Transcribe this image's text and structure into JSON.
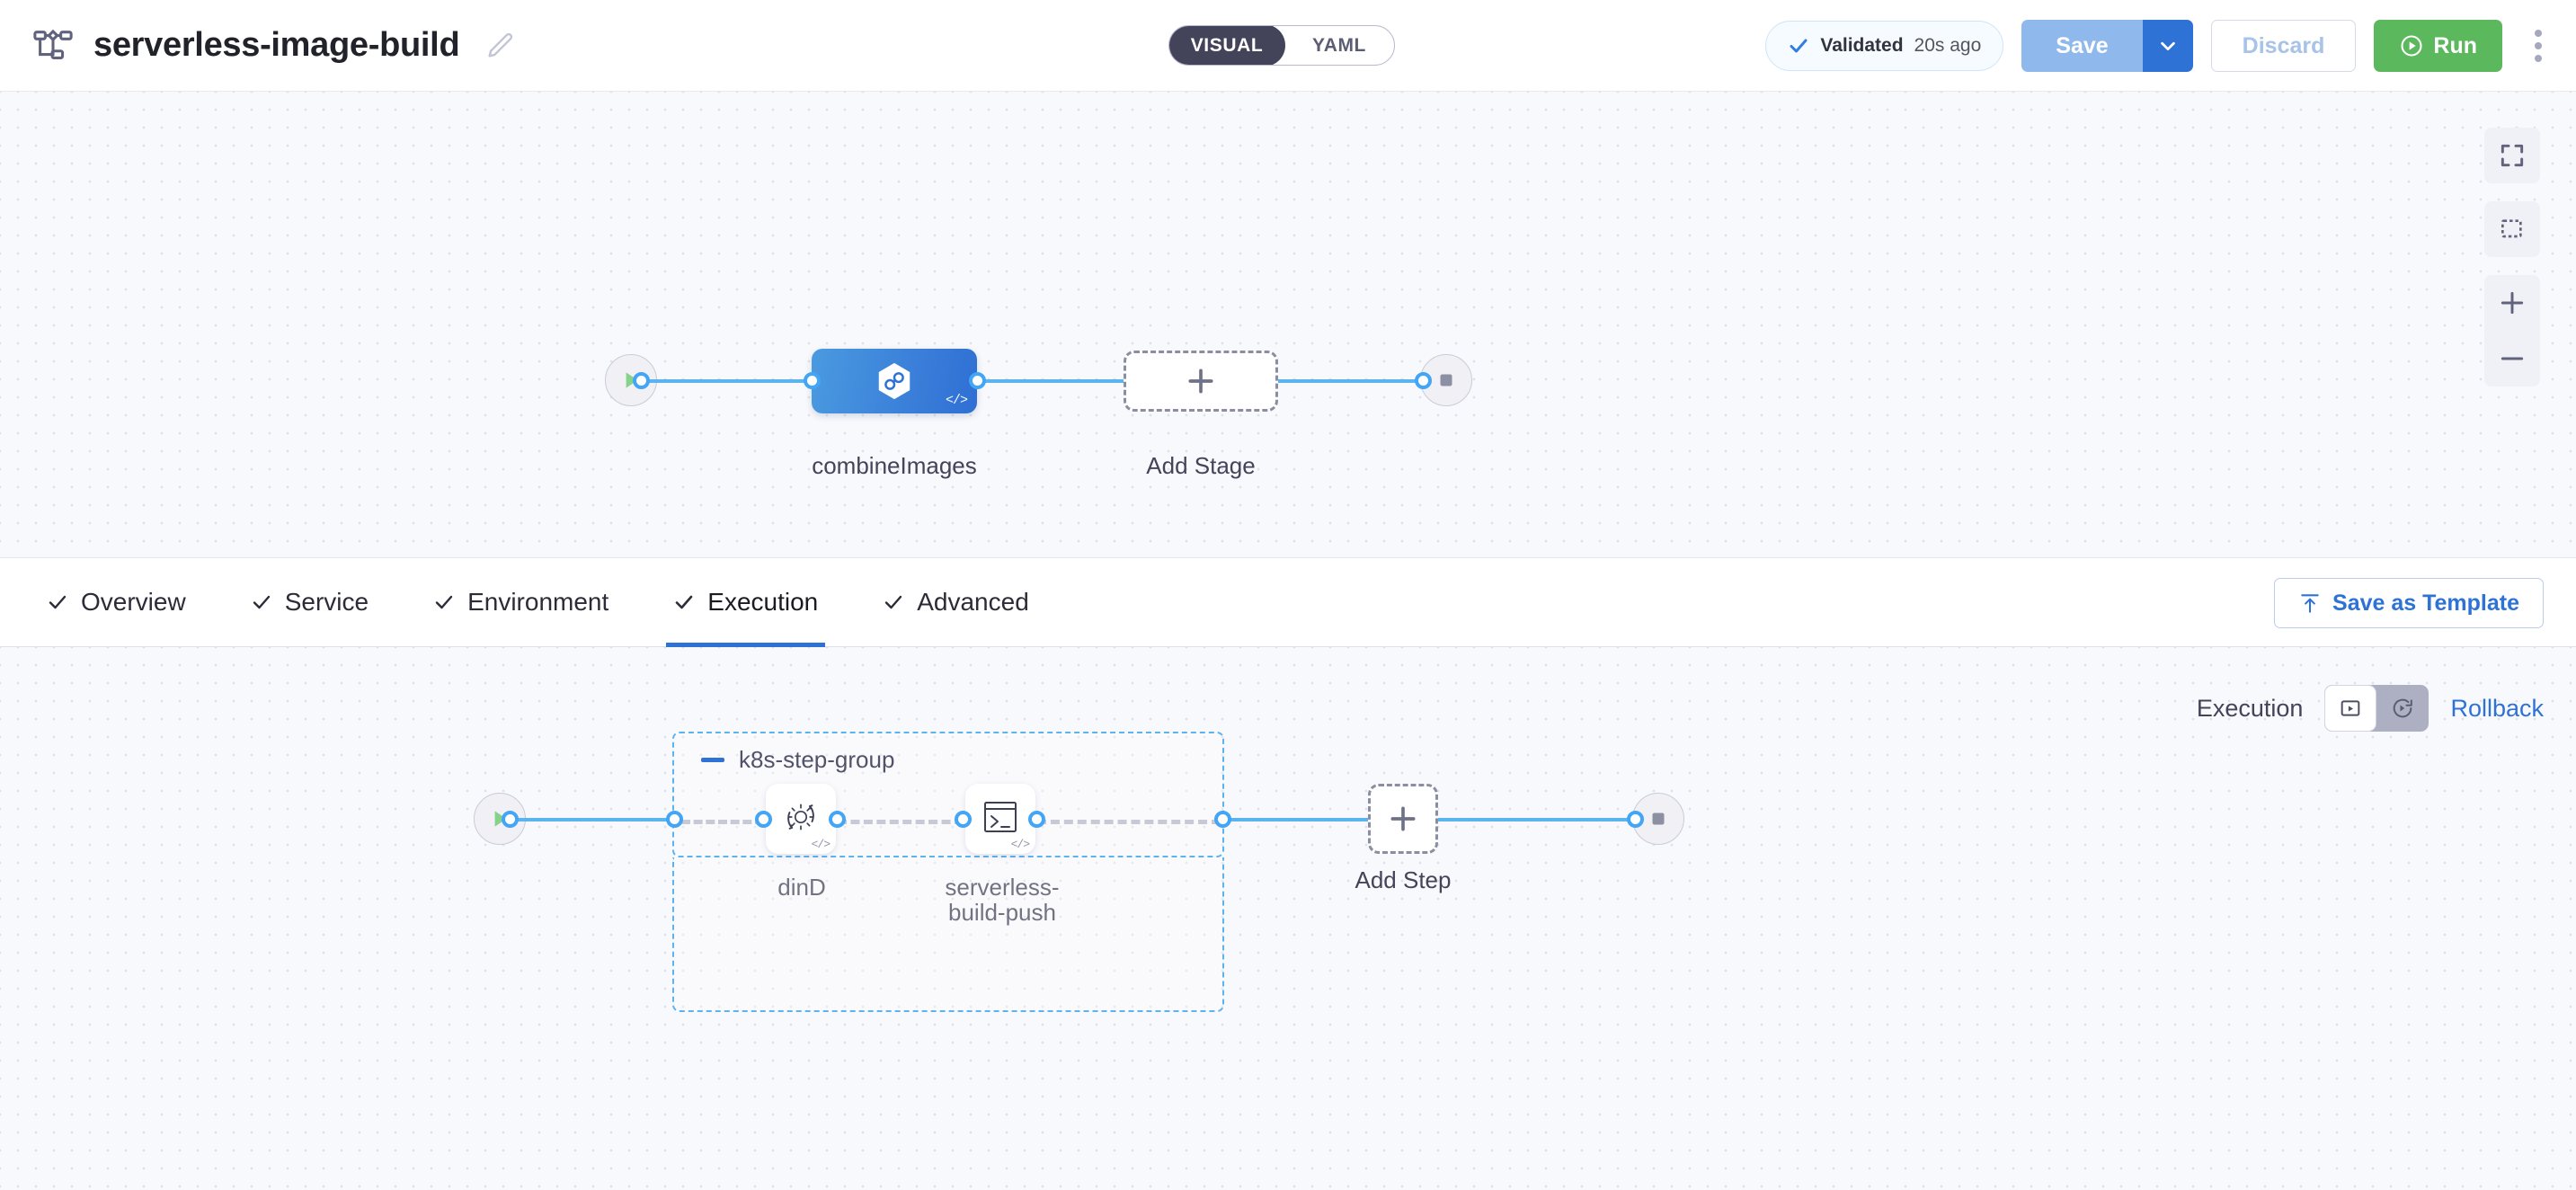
{
  "header": {
    "pipeline_icon": "pipeline-flow-icon",
    "title": "serverless-image-build",
    "edit_icon": "pencil-icon",
    "view_toggle": {
      "visual_label": "VISUAL",
      "yaml_label": "YAML",
      "selected": "VISUAL"
    },
    "validation": {
      "icon": "check-icon",
      "label": "Validated",
      "time": "20s ago"
    },
    "save_label": "Save",
    "save_caret_icon": "chevron-down-icon",
    "discard_label": "Discard",
    "run_label": "Run",
    "run_icon": "play-circle-icon",
    "menu_icon": "kebab-menu-icon"
  },
  "pipeline_canvas": {
    "start_icon": "play-icon",
    "end_icon": "stop-icon",
    "stages": [
      {
        "name": "combineImages",
        "icon": "harness-hexagon-icon",
        "badge": "</>"
      }
    ],
    "add_stage_label": "Add Stage",
    "add_stage_icon": "plus-icon"
  },
  "canvas_controls": [
    {
      "name": "fit-to-screen",
      "icon": "expand-icon"
    },
    {
      "name": "selection-box",
      "icon": "marquee-select-icon"
    },
    {
      "name": "zoom-in",
      "icon": "plus-icon"
    },
    {
      "name": "zoom-out",
      "icon": "minus-icon"
    }
  ],
  "tabs": [
    {
      "label": "Overview",
      "icon": "check-icon",
      "active": false
    },
    {
      "label": "Service",
      "icon": "check-icon",
      "active": false
    },
    {
      "label": "Environment",
      "icon": "check-icon",
      "active": false
    },
    {
      "label": "Execution",
      "icon": "check-icon",
      "active": true
    },
    {
      "label": "Advanced",
      "icon": "check-icon",
      "active": false
    }
  ],
  "save_as_template": {
    "label": "Save as Template",
    "icon": "template-upload-icon"
  },
  "execution_panel": {
    "mode_label": "Execution",
    "mode_toggle": [
      {
        "name": "execution-mode",
        "icon": "play-box-icon",
        "active": true
      },
      {
        "name": "rollback-mode",
        "icon": "rollback-arrow-icon",
        "active": false
      }
    ],
    "rollback_label": "Rollback",
    "start_icon": "play-icon",
    "end_icon": "stop-icon",
    "step_group": {
      "title": "k8s-step-group",
      "collapse_icon": "minus-icon",
      "steps": [
        {
          "name": "dinD",
          "icon": "gear-sync-icon",
          "badge": "</>"
        },
        {
          "name": "serverless-build-push",
          "icon": "terminal-icon",
          "badge": "</>"
        }
      ]
    },
    "add_step_label": "Add Step",
    "add_step_icon": "plus-icon"
  }
}
